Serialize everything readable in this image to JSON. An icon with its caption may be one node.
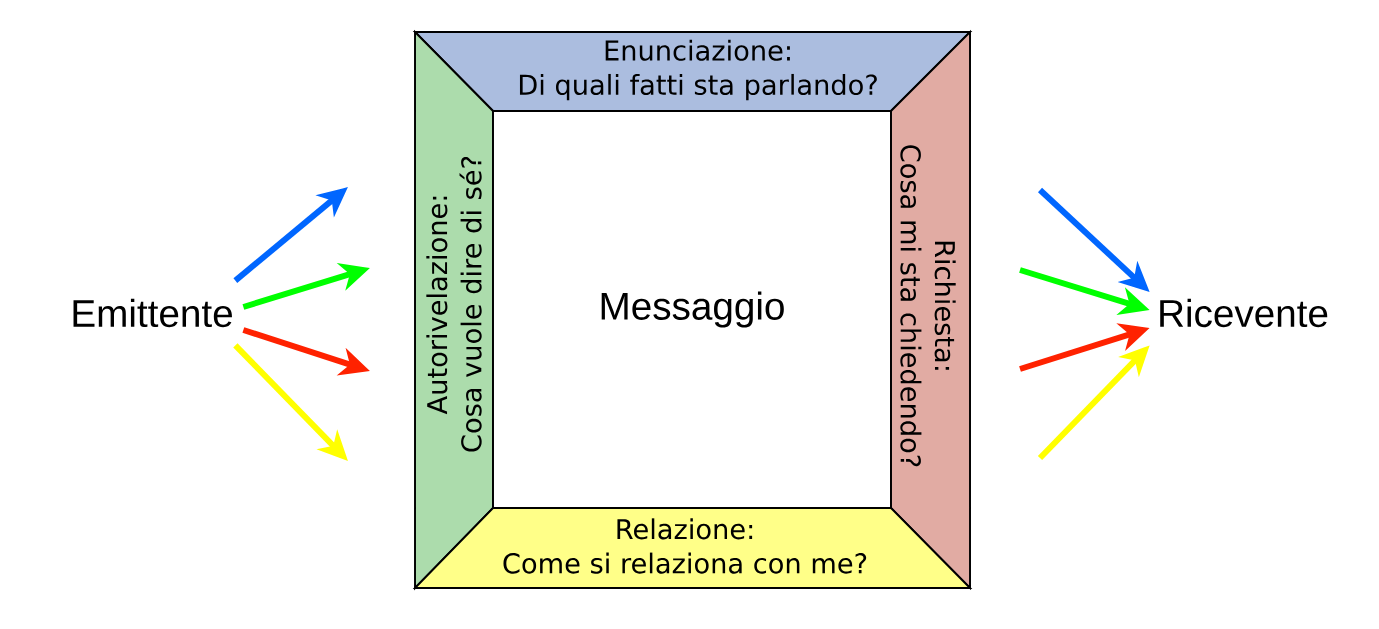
{
  "diagram": {
    "nodes": [
      {
        "text": [
          "Emittente"
        ]
      },
      {
        "text": [
          "Enunciazione:",
          "Di quali fatti sta parlando?"
        ]
      },
      {
        "text": [
          "Autorivelazione:",
          "Cosa vuole dire di sé?"
        ]
      },
      {
        "text": [
          "Messaggio"
        ]
      },
      {
        "text": [
          "Richiesta:",
          "Cosa mi sta chiedendo?"
        ]
      },
      {
        "text": [
          "Relazione:",
          "Come si relaziona con me?"
        ]
      },
      {
        "text": [
          "Ricevente"
        ]
      }
    ],
    "edges": [
      {
        "from": 0,
        "to": null,
        "arrow": "to",
        "color": "#0066ff"
      },
      {
        "from": 0,
        "to": null,
        "arrow": "to",
        "color": "#00ff00"
      },
      {
        "from": 0,
        "to": null,
        "arrow": "to",
        "color": "#ff2200"
      },
      {
        "from": 0,
        "to": null,
        "arrow": "to",
        "color": "#ffff00"
      },
      {
        "from": null,
        "to": 6,
        "arrow": "to",
        "color": "#0066ff"
      },
      {
        "from": null,
        "to": 6,
        "arrow": "to",
        "color": "#00ff00"
      },
      {
        "from": null,
        "to": 6,
        "arrow": "to",
        "color": "#ff2200"
      },
      {
        "from": null,
        "to": 6,
        "arrow": "to",
        "color": "#ffff00"
      }
    ]
  }
}
